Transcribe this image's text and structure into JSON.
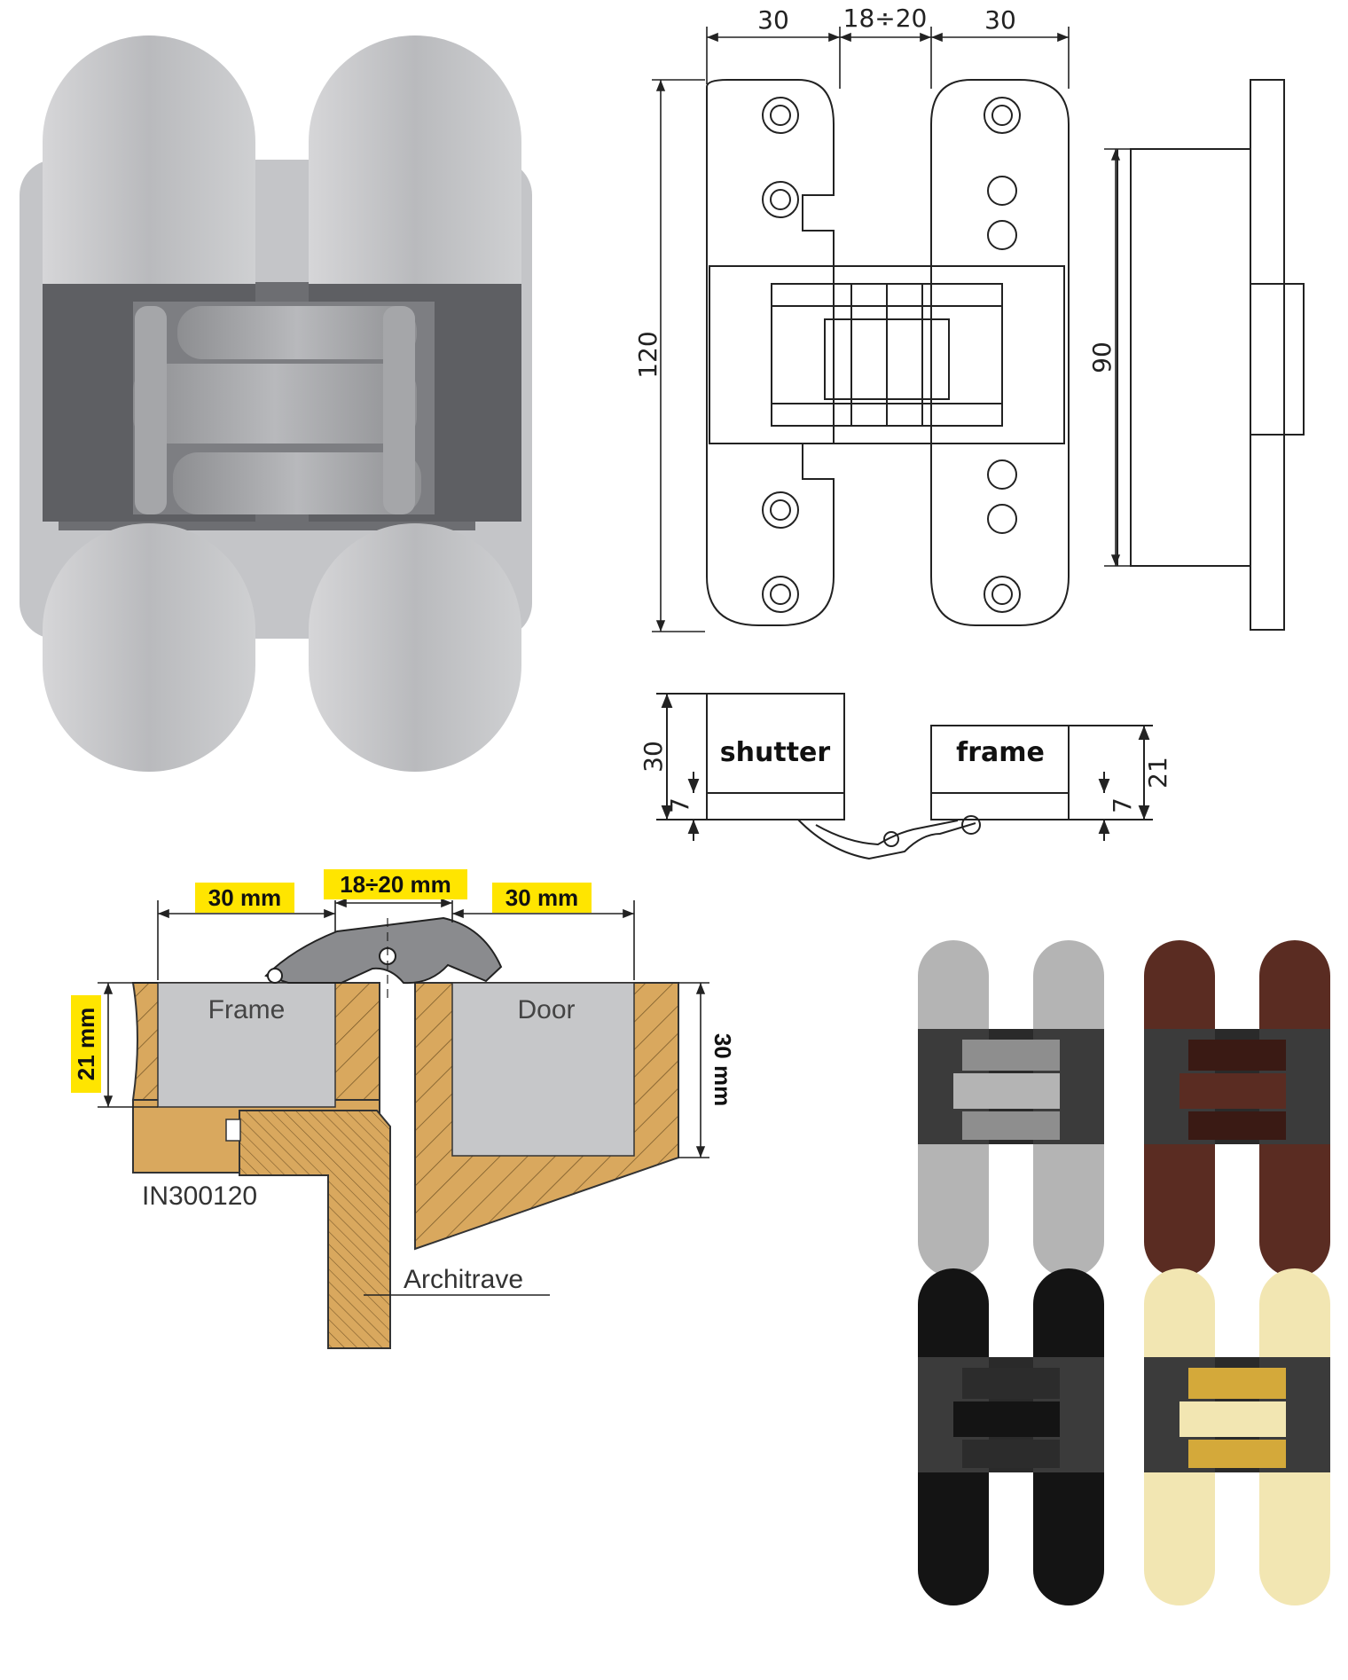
{
  "top_drawing": {
    "dim_left_width": "30",
    "dim_gap": "18÷20",
    "dim_right_width": "30",
    "dim_height": "120",
    "dim_side_height": "90"
  },
  "section_drawing": {
    "shutter_label": "shutter",
    "frame_label": "frame",
    "dim_shutter_depth": "30",
    "dim_shutter_offset": "7",
    "dim_frame_depth": "21",
    "dim_frame_offset": "7"
  },
  "install_drawing": {
    "dim_frame_width": "30 mm",
    "dim_gap": "18÷20 mm",
    "dim_door_width": "30 mm",
    "dim_frame_depth": "21 mm",
    "dim_door_depth": "30 mm",
    "frame_label": "Frame",
    "door_label": "Door",
    "model_code": "IN300120",
    "architrave_label": "Architrave",
    "highlight_color": "#FFE500",
    "wood_color": "#D9A85E"
  },
  "finishes": {
    "colors": [
      "#B4B4B4",
      "#5A2C22",
      "#141414",
      "#F2E6B2"
    ],
    "accent_colors": [
      "#8E8E8E",
      "#3A1A14",
      "#2C2C2C",
      "#D4A93A"
    ]
  }
}
